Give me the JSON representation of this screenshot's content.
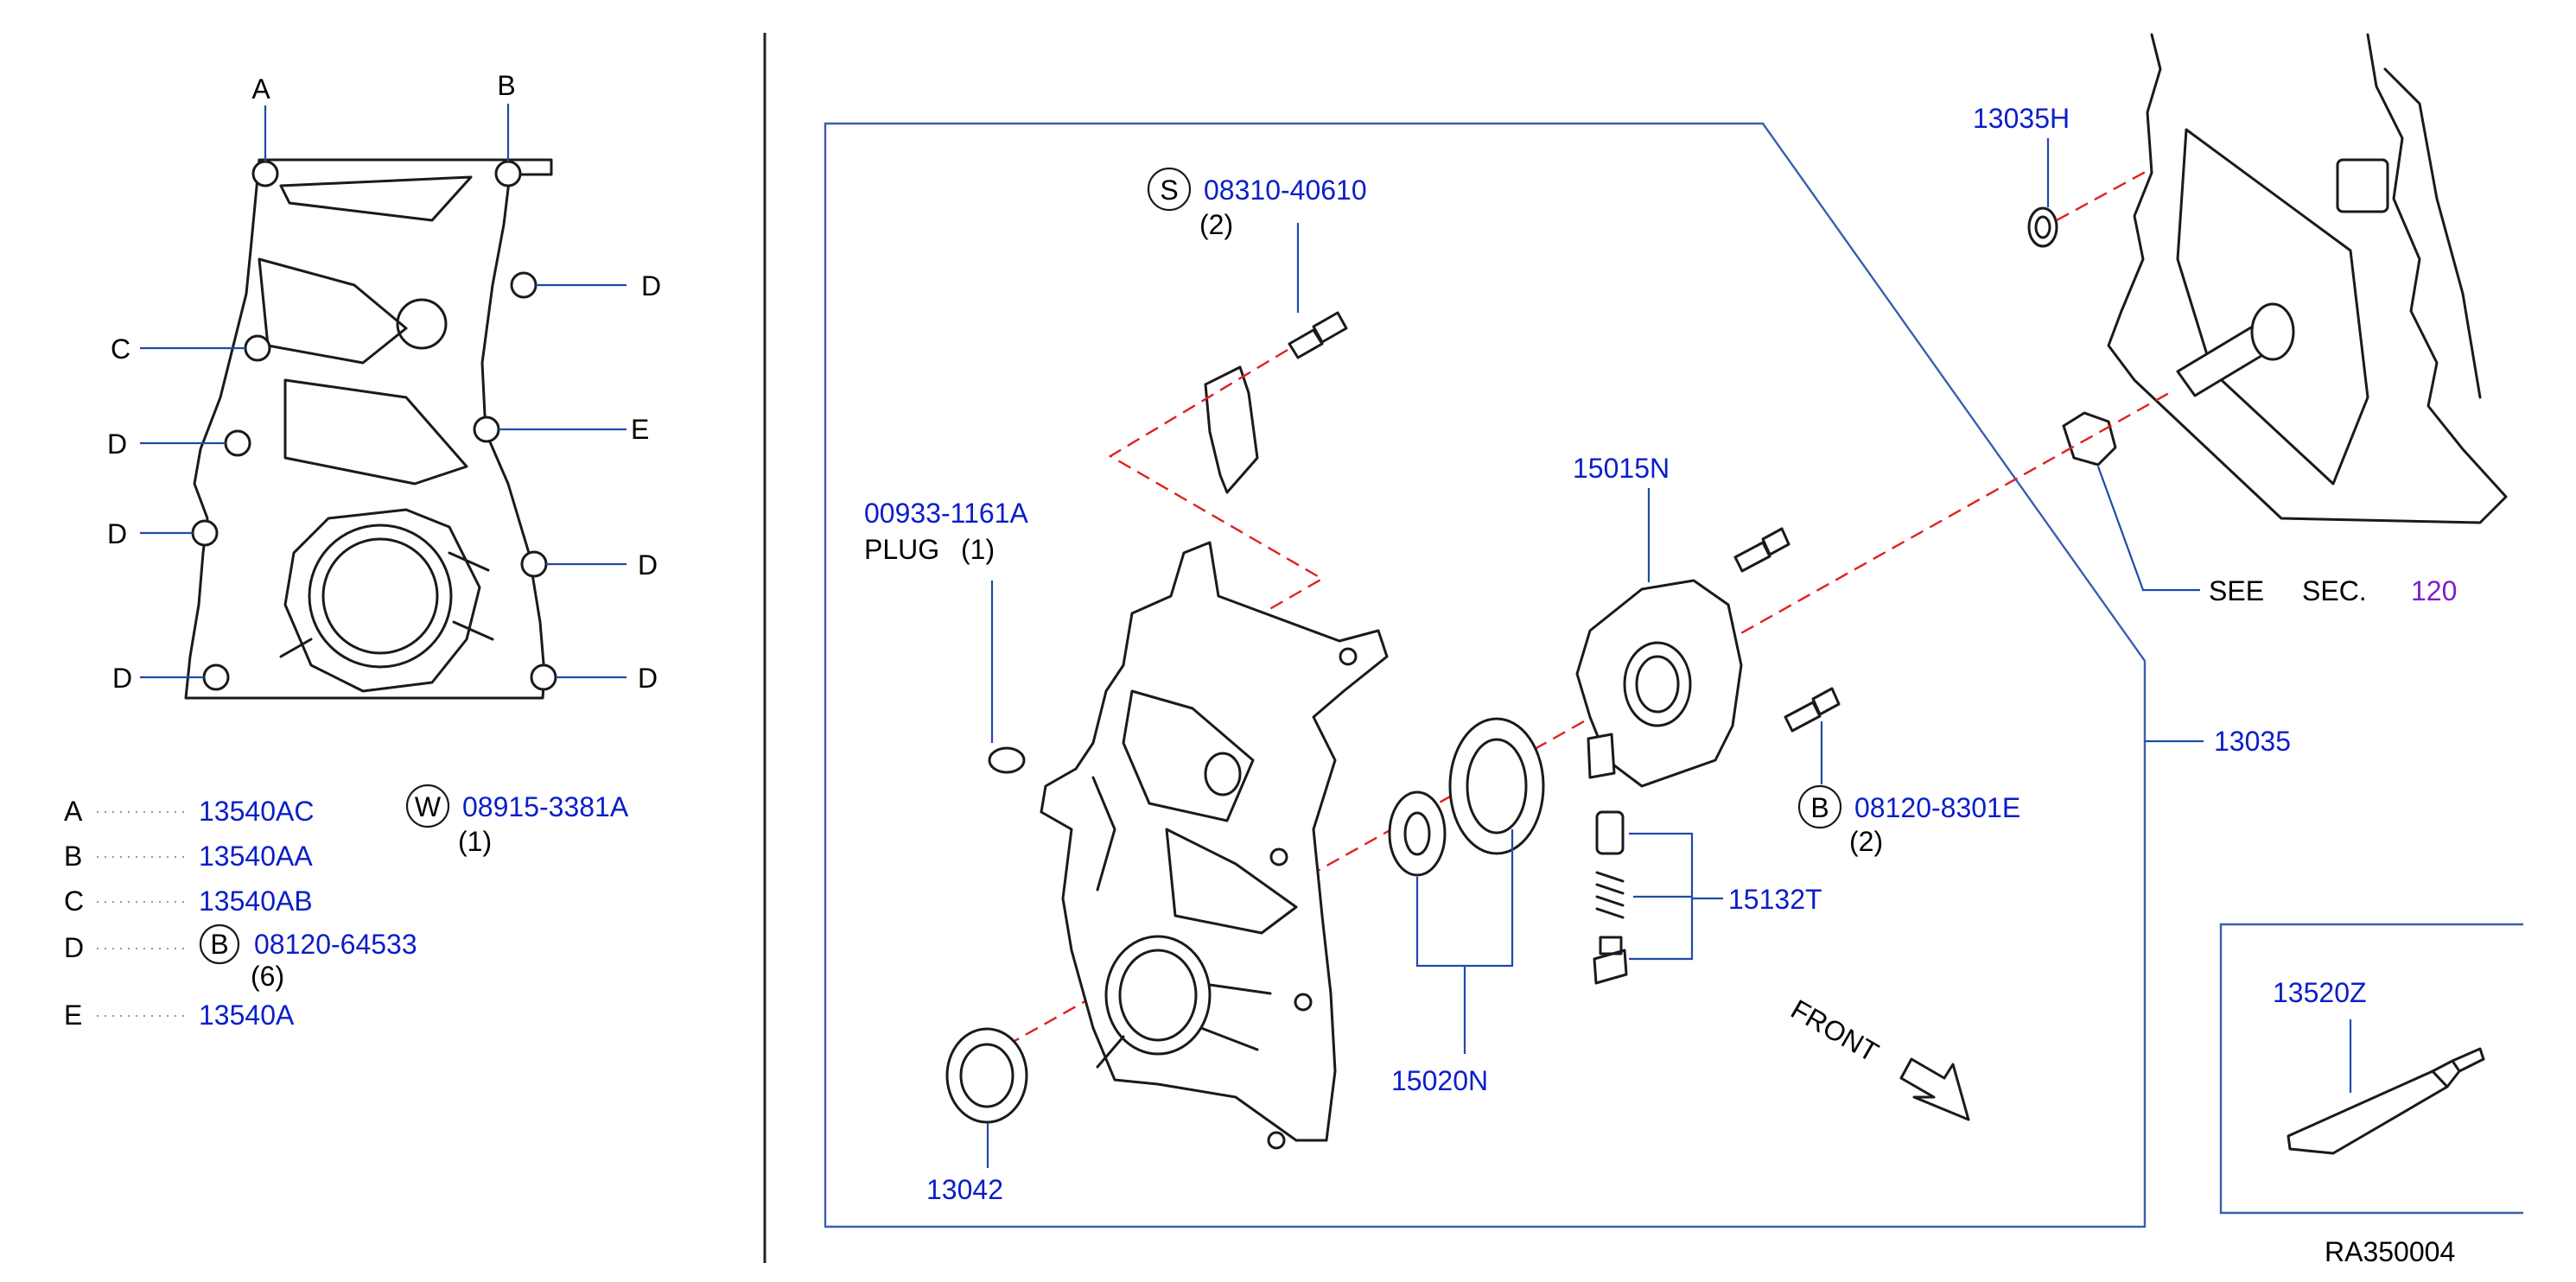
{
  "callout_letters": {
    "a": "A",
    "b": "B",
    "c": "C",
    "d": "D",
    "e": "E"
  },
  "legend": [
    {
      "letter": "A",
      "part": "13540AC"
    },
    {
      "letter": "B",
      "part": "13540AA"
    },
    {
      "letter": "C",
      "part": "13540AB"
    },
    {
      "letter": "D",
      "symbol": "B",
      "part": "08120-64533",
      "qty": "(6)"
    },
    {
      "letter": "E",
      "part": "13540A"
    }
  ],
  "w_part": {
    "symbol": "W",
    "part": "08915-3381A",
    "qty": "(1)"
  },
  "parts": {
    "s_bolt": {
      "symbol": "S",
      "part": "08310-40610",
      "qty": "(2)"
    },
    "plug": {
      "part": "00933-1161A",
      "label": "PLUG",
      "qty": "(1)"
    },
    "oil_pump": "15015N",
    "b_bolt": {
      "symbol": "B",
      "part": "08120-8301E",
      "qty": "(2)"
    },
    "relief_valve": "15132T",
    "rotor_set": "15020N",
    "front_seal": "13042",
    "cover_assy": "13035",
    "cover_seal": "13035H",
    "sealant": "13520Z"
  },
  "see_sec": {
    "see": "SEE",
    "sec": "SEC.",
    "num": "120"
  },
  "front_label": "FRONT",
  "figure_code": "RA350004",
  "colors": {
    "part_number": "#0a1ec8",
    "section_ref": "#7a1fd0",
    "dashed_axis": "#e02020",
    "frame": "#3a5fb0"
  }
}
